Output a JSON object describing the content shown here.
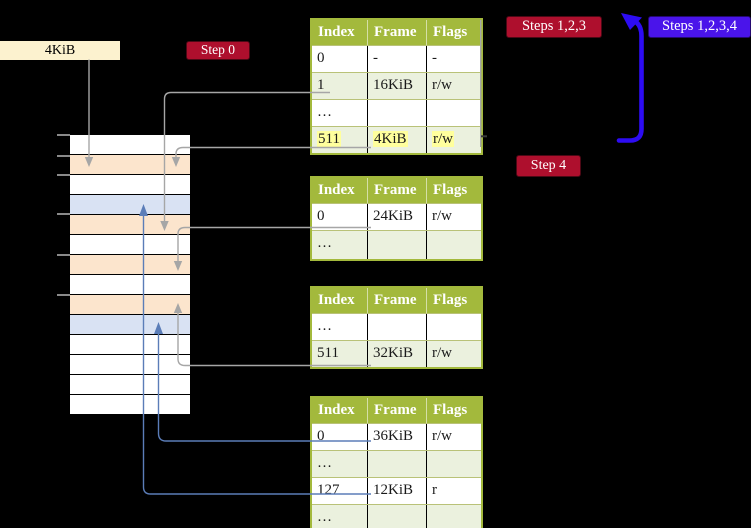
{
  "labels": {
    "mem_size": "4KiB",
    "step0": "Step 0",
    "steps123": "Steps 1,2,3",
    "steps1234": "Steps 1,2,3,4",
    "step4": "Step 4"
  },
  "colors": {
    "background": "#000000",
    "table_header": "#a3b93c",
    "table_shaded_row": "#ebf1de",
    "highlight_yellow": "#ffff9d",
    "memory_peach": "#fce5cd",
    "memory_blue": "#d9e2f3",
    "step_label_red": "#ae0f2d",
    "step_label_blueviolet": "#4a14ea",
    "arrow_gray": "#a6a6a6",
    "arrow_steelblue": "#5b7db8",
    "arrow_big_blue": "#2d0cf3",
    "label_cream": "#fcf2cf"
  },
  "memory_stack": {
    "rows": [
      {
        "fill": "white"
      },
      {
        "fill": "peach"
      },
      {
        "fill": "white"
      },
      {
        "fill": "blue"
      },
      {
        "fill": "peach"
      },
      {
        "fill": "white"
      },
      {
        "fill": "peach"
      },
      {
        "fill": "white"
      },
      {
        "fill": "peach"
      },
      {
        "fill": "blue"
      },
      {
        "fill": "white"
      },
      {
        "fill": "white"
      },
      {
        "fill": "white"
      },
      {
        "fill": "white"
      }
    ]
  },
  "tables": [
    {
      "headers": [
        "Index",
        "Frame",
        "Flags"
      ],
      "rows": [
        {
          "cells": [
            "0",
            "-",
            "-"
          ]
        },
        {
          "cells": [
            "1",
            "16KiB",
            "r/w"
          ]
        },
        {
          "cells": [
            "…",
            "",
            ""
          ]
        },
        {
          "cells": [
            "511",
            "4KiB",
            "r/w"
          ]
        }
      ]
    },
    {
      "headers": [
        "Index",
        "Frame",
        "Flags"
      ],
      "rows": [
        {
          "cells": [
            "0",
            "24KiB",
            "r/w"
          ]
        },
        {
          "cells": [
            "…",
            "",
            ""
          ]
        }
      ]
    },
    {
      "headers": [
        "Index",
        "Frame",
        "Flags"
      ],
      "rows": [
        {
          "cells": [
            "…",
            "",
            ""
          ]
        },
        {
          "cells": [
            "511",
            "32KiB",
            "r/w"
          ]
        }
      ]
    },
    {
      "headers": [
        "Index",
        "Frame",
        "Flags"
      ],
      "rows": [
        {
          "cells": [
            "0",
            "36KiB",
            "r/w"
          ]
        },
        {
          "cells": [
            "…",
            "",
            ""
          ]
        },
        {
          "cells": [
            "127",
            "12KiB",
            "r"
          ]
        },
        {
          "cells": [
            "…",
            "",
            ""
          ]
        }
      ]
    }
  ],
  "connections": [
    {
      "from": "4KiB-label",
      "to": "memory-row-2",
      "style": "gray-down-arrow"
    },
    {
      "from": "table-1 row 1 (16KiB)",
      "to": "memory-row-5",
      "style": "gray-down-arrow"
    },
    {
      "from": "table-1 row 511 (4KiB)",
      "to": "memory-row-2",
      "style": "gray-down-arrow"
    },
    {
      "from": "table-1 row 511",
      "to": "table-1 top-right",
      "style": "gray-vertical-line"
    },
    {
      "from": "table-2 row 0 (24KiB)",
      "to": "memory-row-7",
      "style": "gray-down-arrow"
    },
    {
      "from": "table-3 row 511 (32KiB)",
      "to": "memory-row-9",
      "style": "gray-up-arrow"
    },
    {
      "from": "table-4 row 0 (36KiB)",
      "to": "memory-row-10",
      "style": "steelblue-up-arrow"
    },
    {
      "from": "table-4 row 127 (12KiB)",
      "to": "memory-row-4",
      "style": "steelblue-up-arrow"
    },
    {
      "from": "table-1 row 511",
      "to": "table-1 top",
      "style": "thick-blue-loop-arrow"
    }
  ]
}
